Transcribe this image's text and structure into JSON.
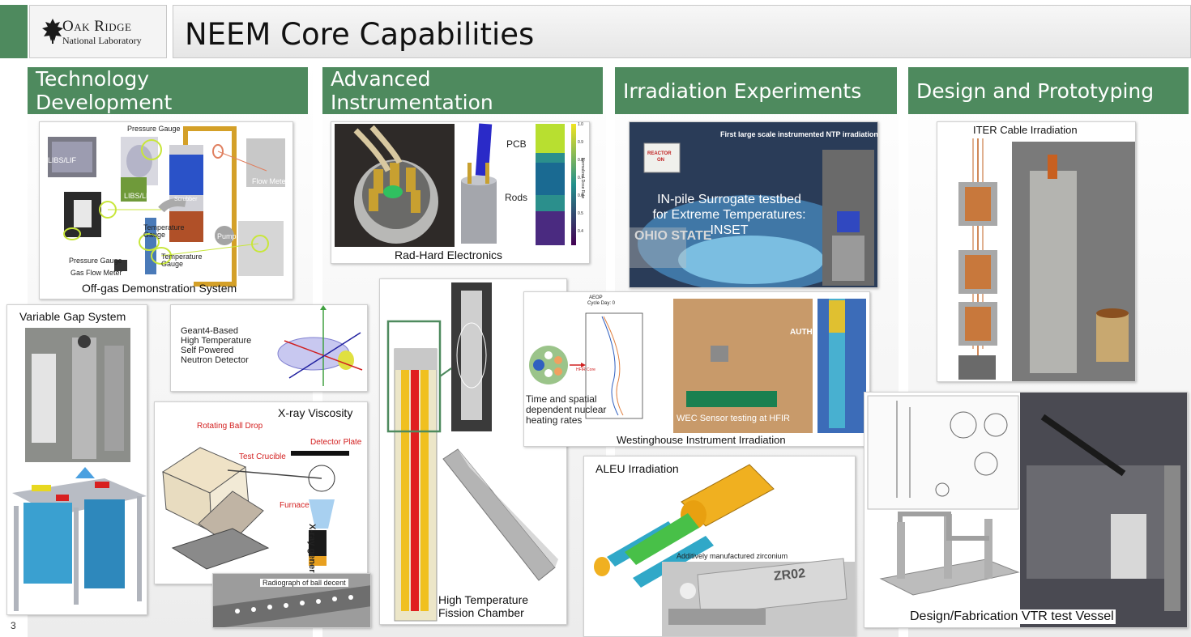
{
  "header": {
    "logo_line1": "Oak Ridge",
    "logo_line2": "National Laboratory",
    "title": "NEEM Core Capabilities"
  },
  "columns": [
    {
      "title_line1": "Technology",
      "title_line2": "Development"
    },
    {
      "title_line1": "Advanced",
      "title_line2": "Instrumentation"
    },
    {
      "title_line1": "Irradiation Experiments",
      "title_line2": ""
    },
    {
      "title_line1": "Design and Prototyping",
      "title_line2": ""
    }
  ],
  "panels": {
    "offgas": {
      "caption": "Off-gas Demonstration System",
      "labels": [
        "Pressure Gauge",
        "LIBS/LIF",
        "LIBS/LIF",
        "Scrubber",
        "Flow Meter",
        "Temperature Gauge",
        "Temperature Gauge",
        "Pump",
        "Pressure Gauge",
        "Gas Flow Meter"
      ]
    },
    "variable_gap": {
      "caption": "Variable Gap System"
    },
    "geant4": {
      "line1": "Geant4-Based",
      "line2": "High Temperature",
      "line3": "Self Powered",
      "line4": "Neutron Detector"
    },
    "xray": {
      "caption": "X-ray Viscosity",
      "labels": [
        "Rotating Ball Drop",
        "Test Crucible",
        "Detector Plate",
        "Furnace",
        "X-ray generator"
      ],
      "radiograph": "Radiograph of ball decent"
    },
    "radhard": {
      "caption": "Rad-Hard Electronics",
      "labels": [
        "PCB",
        "Rods"
      ],
      "colorbar_ticks": [
        "1.0",
        "0.9",
        "0.8",
        "0.7",
        "0.6",
        "0.5",
        "0.4"
      ],
      "colorbar_label": "Normalized Dose Rate"
    },
    "fission": {
      "line1": "High Temperature",
      "line2": "Fission Chamber"
    },
    "inset": {
      "banner": "First large scale instrumented NTP irradiation",
      "line1": "IN-pile Surrogate testbed",
      "line2": "for Extreme Temperatures:",
      "line3": "INSET",
      "sign_line1": "REACTOR",
      "sign_line2": "ON",
      "ohio": "OHIO STATE"
    },
    "westinghouse": {
      "caption": "Westinghouse Instrument Irradiation",
      "heat_line1": "Time and spatial",
      "heat_line2": "dependent nuclear",
      "heat_line3": "heating rates",
      "wec": "WEC Sensor testing at HFIR",
      "plot_title": "AEOP",
      "plot_subtitle": "Cycle Day: 0",
      "iter_core": "HFIR Core",
      "auth": "AUTH"
    },
    "aleu": {
      "caption": "ALEU Irradiation",
      "sub": "Additively manufactured zirconium",
      "part": "ZR02"
    },
    "iter": {
      "caption": "ITER Cable Irradiation"
    },
    "vtr": {
      "caption": "Design/Fabrication VTR test Vessel"
    }
  },
  "page_number": "3",
  "colors": {
    "accent": "#4e8a5e",
    "highlight": "#c8e63a",
    "callout_red": "#d32020"
  }
}
